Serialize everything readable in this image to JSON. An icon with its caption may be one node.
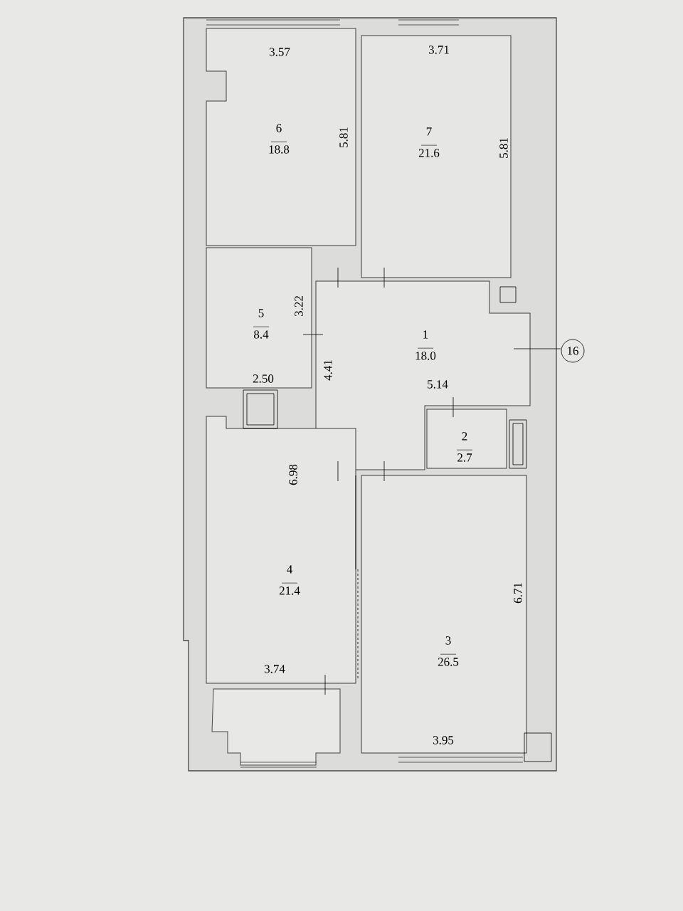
{
  "diagram": {
    "nodes": [
      {
        "text": [
          "6",
          "18.8"
        ]
      },
      {
        "text": [
          "7",
          "21.6"
        ]
      },
      {
        "text": [
          "5",
          "8.4"
        ]
      },
      {
        "text": [
          "1",
          "18.0"
        ]
      },
      {
        "text": [
          "2",
          "2.7"
        ]
      },
      {
        "text": [
          "4",
          "21.4"
        ]
      },
      {
        "text": [
          "3",
          "26.5"
        ]
      }
    ],
    "labels": [
      "3.57",
      "3.71",
      "5.81",
      "5.81",
      "3.22",
      "2.50",
      "4.41",
      "5.14",
      "6.98",
      "6.71",
      "3.74",
      "3.95",
      "16"
    ]
  }
}
